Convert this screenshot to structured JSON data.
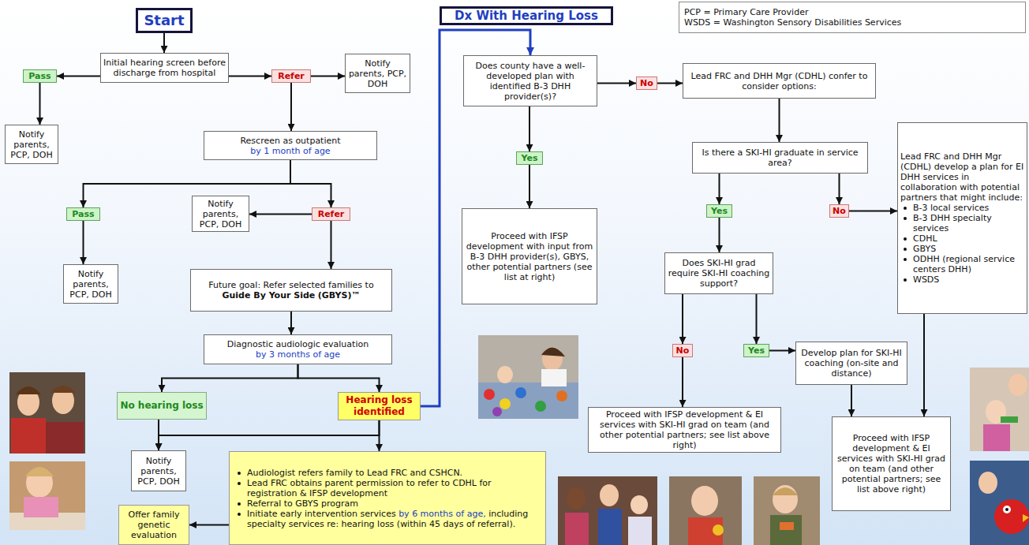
{
  "diagram": {
    "nodes": [
      {
        "text": [
          "Start"
        ]
      },
      {
        "text": [
          "Initial hearing screen before discharge from hospital"
        ]
      },
      {
        "text": [
          "Pass"
        ]
      },
      {
        "text": [
          "Refer"
        ]
      },
      {
        "text": [
          "Notify parents, PCP, DOH"
        ]
      },
      {
        "text": [
          "Notify parents, PCP, DOH"
        ]
      },
      {
        "text": [
          "Rescreen as outpatient",
          "by 1 month of age"
        ]
      },
      {
        "text": [
          "Pass"
        ]
      },
      {
        "text": [
          "Notify parents, PCP, DOH"
        ]
      },
      {
        "text": [
          "Refer"
        ]
      },
      {
        "text": [
          "Notify parents, PCP, DOH"
        ]
      },
      {
        "text": [
          "Future goal: Refer selected families to",
          "Guide By Your Side",
          "(GBYS)™"
        ]
      },
      {
        "text": [
          "Diagnostic audiologic evaluation",
          "by 3 months of age"
        ]
      },
      {
        "text": [
          "No hearing loss"
        ]
      },
      {
        "text": [
          "Hearing loss identified"
        ]
      },
      {
        "text": [
          "Notify parents, PCP, DOH"
        ]
      },
      {
        "text": [
          "Audiologist refers family to Lead FRC and CSHCN.",
          "Lead FRC obtains parent permission to refer to CDHL for registration & IFSP development",
          "Referral to GBYS program",
          "Initiate early intervention services",
          "by 6 months of age,",
          "including specialty services re: hearing loss (within 45 days of referral)."
        ]
      },
      {
        "text": [
          "Offer family genetic evaluation"
        ]
      },
      {
        "text": [
          "Dx With Hearing Loss"
        ]
      },
      {
        "text": [
          "Does county have a well-developed plan with identified B-3 DHH provider(s)?"
        ]
      },
      {
        "text": [
          "No"
        ]
      },
      {
        "text": [
          "Yes"
        ]
      },
      {
        "text": [
          "Proceed with IFSP development with input from B-3 DHH provider(s), GBYS, other potential partners (see list at right)"
        ]
      },
      {
        "text": [
          "Lead FRC and DHH Mgr (CDHL) confer to consider options:"
        ]
      },
      {
        "text": [
          "Is there a SKI-HI graduate in service area?"
        ]
      },
      {
        "text": [
          "Yes"
        ]
      },
      {
        "text": [
          "No"
        ]
      },
      {
        "text": [
          "Lead FRC and DHH Mgr (CDHL) develop a plan for EI DHH services in collaboration with potential partners that might include:",
          "B-3 local services",
          "B-3 DHH specialty services",
          "CDHL",
          "GBYS",
          "ODHH (regional service centers DHH)",
          "WSDS"
        ]
      },
      {
        "text": [
          "Does SKI-HI grad require SKI-HI coaching support?"
        ]
      },
      {
        "text": [
          "No"
        ]
      },
      {
        "text": [
          "Yes"
        ]
      },
      {
        "text": [
          "Develop plan for SKI-HI coaching (on-site and distance)"
        ]
      },
      {
        "text": [
          "Proceed with IFSP development & EI services with SKI-HI grad on team (and other potential partners; see list above right)"
        ]
      },
      {
        "text": [
          "Proceed with IFSP development & EI services with SKI-HI grad on team (and other potential partners; see list above right)"
        ]
      },
      {
        "text": [
          "PCP = Primary Care Provider",
          "WSDS = Washington Sensory Disabilities Services"
        ]
      }
    ],
    "edges": [
      {
        "from": 0,
        "to": 1,
        "arrow": "to"
      },
      {
        "from": 1,
        "to": 2,
        "arrow": "to"
      },
      {
        "from": 1,
        "to": 3,
        "arrow": "to"
      },
      {
        "from": 3,
        "to": 4,
        "arrow": "to"
      },
      {
        "from": 2,
        "to": 5,
        "arrow": "to"
      },
      {
        "from": 3,
        "to": 6,
        "arrow": "to"
      },
      {
        "from": 6,
        "to": 7,
        "arrow": "to"
      },
      {
        "from": 6,
        "to": 9,
        "arrow": "to"
      },
      {
        "from": 9,
        "to": 8,
        "arrow": "to"
      },
      {
        "from": 7,
        "to": 10,
        "arrow": "to"
      },
      {
        "from": 9,
        "to": 11,
        "arrow": "to"
      },
      {
        "from": 11,
        "to": 12,
        "arrow": "to"
      },
      {
        "from": 12,
        "to": 13,
        "arrow": "to"
      },
      {
        "from": 12,
        "to": 14,
        "arrow": "to"
      },
      {
        "from": 13,
        "to": 15,
        "arrow": "to"
      },
      {
        "from": 14,
        "to": 15,
        "arrow": "to"
      },
      {
        "from": 14,
        "to": 16,
        "arrow": "to"
      },
      {
        "from": 16,
        "to": 17,
        "arrow": "to"
      },
      {
        "from": 14,
        "to": 19,
        "arrow": "to"
      },
      {
        "from": 19,
        "to": 20,
        "arrow": "to"
      },
      {
        "from": 20,
        "to": 23,
        "arrow": "to"
      },
      {
        "from": 19,
        "to": 21,
        "arrow": "to"
      },
      {
        "from": 21,
        "to": 22,
        "arrow": "to"
      },
      {
        "from": 23,
        "to": 24,
        "arrow": "to"
      },
      {
        "from": 24,
        "to": 25,
        "arrow": "to"
      },
      {
        "from": 24,
        "to": 26,
        "arrow": "to"
      },
      {
        "from": 25,
        "to": 28,
        "arrow": "to"
      },
      {
        "from": 26,
        "to": 27,
        "arrow": "to"
      },
      {
        "from": 28,
        "to": 29,
        "arrow": "to"
      },
      {
        "from": 28,
        "to": 30,
        "arrow": "to"
      },
      {
        "from": 30,
        "to": 31,
        "arrow": "to"
      },
      {
        "from": 29,
        "to": 32,
        "arrow": "to"
      },
      {
        "from": 31,
        "to": 33,
        "arrow": "to"
      },
      {
        "from": 27,
        "to": 33,
        "arrow": "to"
      }
    ]
  }
}
